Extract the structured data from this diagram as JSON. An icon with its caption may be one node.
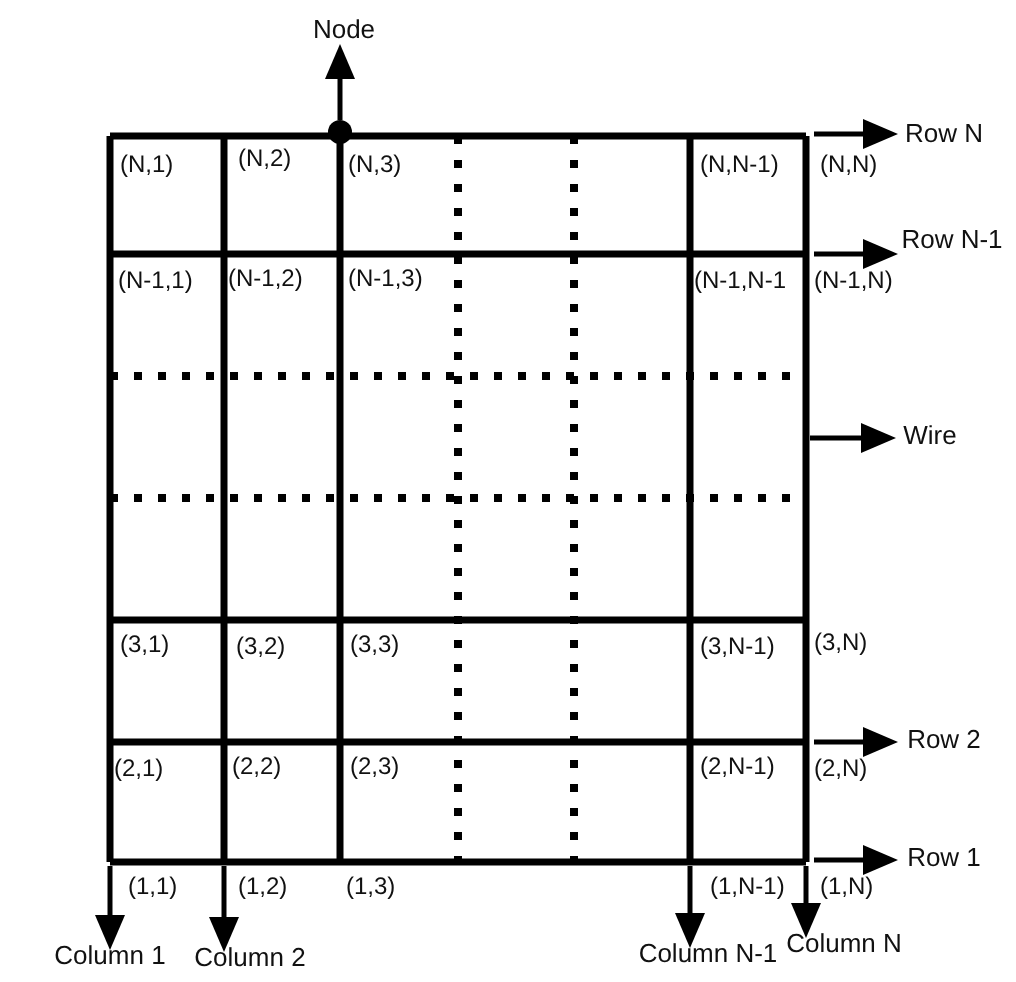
{
  "diagram": {
    "nodes": [
      {
        "text": [
          "Node"
        ]
      },
      {
        "text": [],
        "shape": "circle"
      },
      {
        "text": [
          "Row N"
        ]
      },
      {
        "text": [
          "Row N-1"
        ]
      },
      {
        "text": [
          "Wire"
        ]
      },
      {
        "text": [
          "Row 2"
        ]
      },
      {
        "text": [
          "Row 1"
        ]
      },
      {
        "text": [
          "Column 1"
        ]
      },
      {
        "text": [
          "Column 2"
        ]
      },
      {
        "text": [
          "Column N-1"
        ]
      },
      {
        "text": [
          "Column N"
        ]
      }
    ],
    "edges": [
      {
        "from": 1,
        "to": 0,
        "arrow": "to"
      },
      {
        "from": null,
        "to": 2,
        "arrow": "to"
      },
      {
        "from": null,
        "to": 3,
        "arrow": "to"
      },
      {
        "from": null,
        "to": 4,
        "arrow": "to"
      },
      {
        "from": null,
        "to": 5,
        "arrow": "to"
      },
      {
        "from": null,
        "to": 6,
        "arrow": "to"
      },
      {
        "from": null,
        "to": 7,
        "arrow": "to"
      },
      {
        "from": null,
        "to": 8,
        "arrow": "to"
      },
      {
        "from": null,
        "to": 9,
        "arrow": "to"
      },
      {
        "from": null,
        "to": 10,
        "arrow": "to"
      }
    ],
    "labels": [
      "(N,1)",
      "(N,2)",
      "(N,3)",
      "(N,N-1)",
      "(N,N)",
      "(N-1,1)",
      "(N-1,2)",
      "(N-1,3)",
      "(N-1,N-1",
      "(N-1,N)",
      "(3,1)",
      "(3,2)",
      "(3,3)",
      "(3,N-1)",
      "(3,N)",
      "(2,1)",
      "(2,2)",
      "(2,3)",
      "(2,N-1)",
      "(2,N)",
      "(1,1)",
      "(1,2)",
      "(1,3)",
      "(1,N-1)",
      "(1,N)"
    ]
  }
}
